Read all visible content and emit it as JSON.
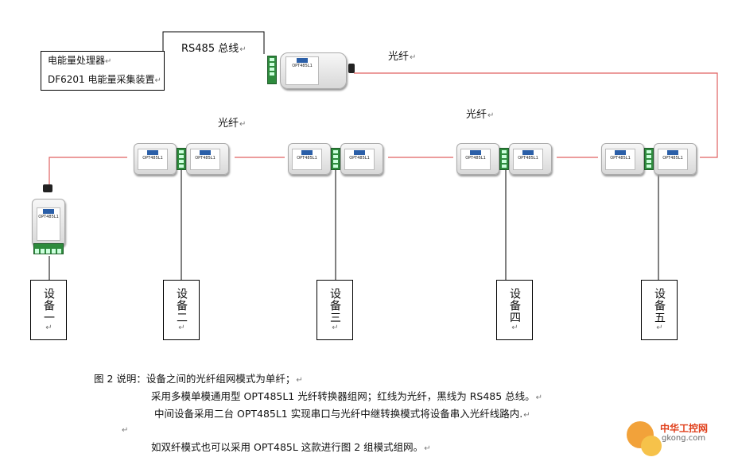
{
  "top_labels": {
    "rs485": "RS485 总线",
    "fiber_top": "光纤",
    "fiber_left": "光纤",
    "fiber_mid": "光纤"
  },
  "processor_box": {
    "line1": "电能量处理器",
    "line2": "DF6201 电能量采集装置"
  },
  "device_model": "OPT485L1",
  "devices": [
    {
      "label": "设备一"
    },
    {
      "label": "设备二"
    },
    {
      "label": "设备三"
    },
    {
      "label": "设备四"
    },
    {
      "label": "设备五"
    }
  ],
  "caption": {
    "line1": "图 2 说明：设备之间的光纤组网模式为单纤；",
    "line2": "采用多模单模通用型 OPT485L1 光纤转换器组网；红线为光纤，黑线为 RS485 总线。",
    "line3": "中间设备采用二台 OPT485L1 实现串口与光纤中继转换模式将设备串入光纤线路内.",
    "line4": "",
    "line5": "如双纤模式也可以采用 OPT485L 这款进行图 2 组模式组网。"
  },
  "watermark": {
    "name": "中华工控网",
    "url": "gkong.com"
  },
  "colors": {
    "fiber": "#e06060",
    "rs485": "#000000",
    "terminal_green": "#2e8b3d",
    "badge_blue": "#2b5fa8"
  }
}
